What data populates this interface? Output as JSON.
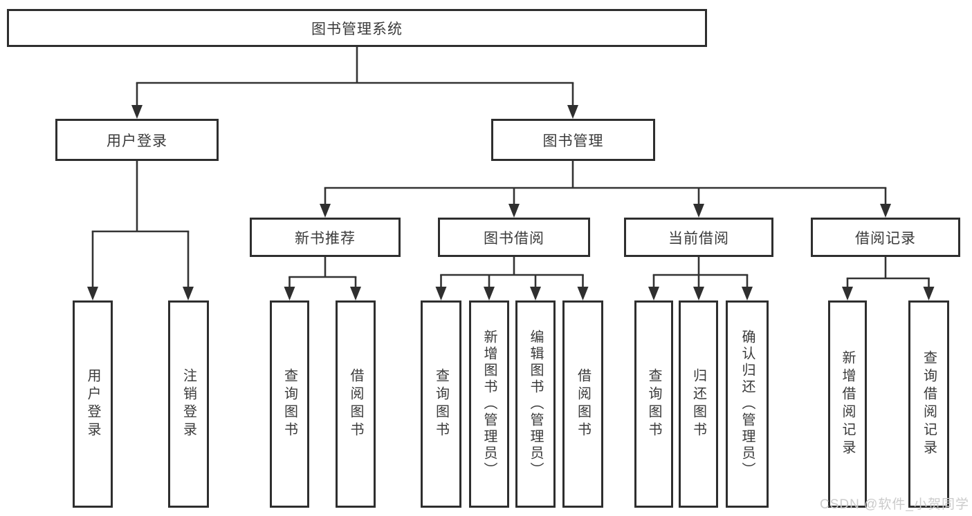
{
  "nodes": {
    "root": {
      "label": "图书管理系统"
    },
    "user_login": {
      "label": "用户登录"
    },
    "book_management": {
      "label": "图书管理"
    },
    "new_book_recommend": {
      "label": "新书推荐"
    },
    "book_borrow": {
      "label": "图书借阅"
    },
    "current_borrow": {
      "label": "当前借阅"
    },
    "borrow_records": {
      "label": "借阅记录"
    },
    "leaf_user_login": {
      "label": "用户登录"
    },
    "leaf_logout": {
      "label": "注销登录"
    },
    "leaf_query_book_1": {
      "label": "查询图书"
    },
    "leaf_borrow_book_1": {
      "label": "借阅图书"
    },
    "leaf_query_book_2": {
      "label": "查询图书"
    },
    "leaf_add_book": {
      "label": "新增图书（管理员）"
    },
    "leaf_edit_book": {
      "label": "编辑图书（管理员）"
    },
    "leaf_borrow_book_2": {
      "label": "借阅图书"
    },
    "leaf_query_book_3": {
      "label": "查询图书"
    },
    "leaf_return_book": {
      "label": "归还图书"
    },
    "leaf_confirm_return": {
      "label": "确认归还（管理员）"
    },
    "leaf_add_record": {
      "label": "新增借阅记录"
    },
    "leaf_query_record": {
      "label": "查询借阅记录"
    }
  },
  "hierarchy": {
    "root": "图书管理系统",
    "children": [
      {
        "label": "用户登录",
        "children": [
          "用户登录",
          "注销登录"
        ]
      },
      {
        "label": "图书管理",
        "children": [
          {
            "label": "新书推荐",
            "children": [
              "查询图书",
              "借阅图书"
            ]
          },
          {
            "label": "图书借阅",
            "children": [
              "查询图书",
              "新增图书（管理员）",
              "编辑图书（管理员）",
              "借阅图书"
            ]
          },
          {
            "label": "当前借阅",
            "children": [
              "查询图书",
              "归还图书",
              "确认归还（管理员）"
            ]
          },
          {
            "label": "借阅记录",
            "children": [
              "新增借阅记录",
              "查询借阅记录"
            ]
          }
        ]
      }
    ]
  },
  "watermark": {
    "text": "CSDN @软件_小贺同学"
  },
  "colors": {
    "line": "#333333",
    "box_border": "#2e2e2e",
    "box_fill": "#ffffff",
    "text": "#3a3a3a",
    "watermark": "#cbcbcb",
    "background": "#ffffff"
  }
}
